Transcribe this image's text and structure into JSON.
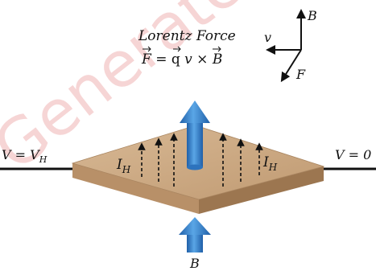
{
  "title": "Lorentz Force",
  "equation": {
    "F": "F",
    "eq_q": " = q ",
    "v": "v",
    "times": " × ",
    "B": "B"
  },
  "axes": {
    "B": "B",
    "v": "v",
    "F": "F"
  },
  "voltage_left": {
    "prefix": "V = V",
    "sub": "H"
  },
  "voltage_right": "V = 0",
  "current_left": {
    "main": "I",
    "sub": "H"
  },
  "current_right": {
    "main": "I",
    "sub": "H"
  },
  "field_label": "B",
  "watermark": "Generated",
  "colors": {
    "plate_top": "#cfae8a",
    "plate_front": "#b08a63",
    "plate_side": "#9a7450",
    "arrow_blue": "#3b8fd6",
    "arrow_blue_dark": "#1f5fa8",
    "ink": "#111111",
    "watermark": "#e9a4a4"
  }
}
